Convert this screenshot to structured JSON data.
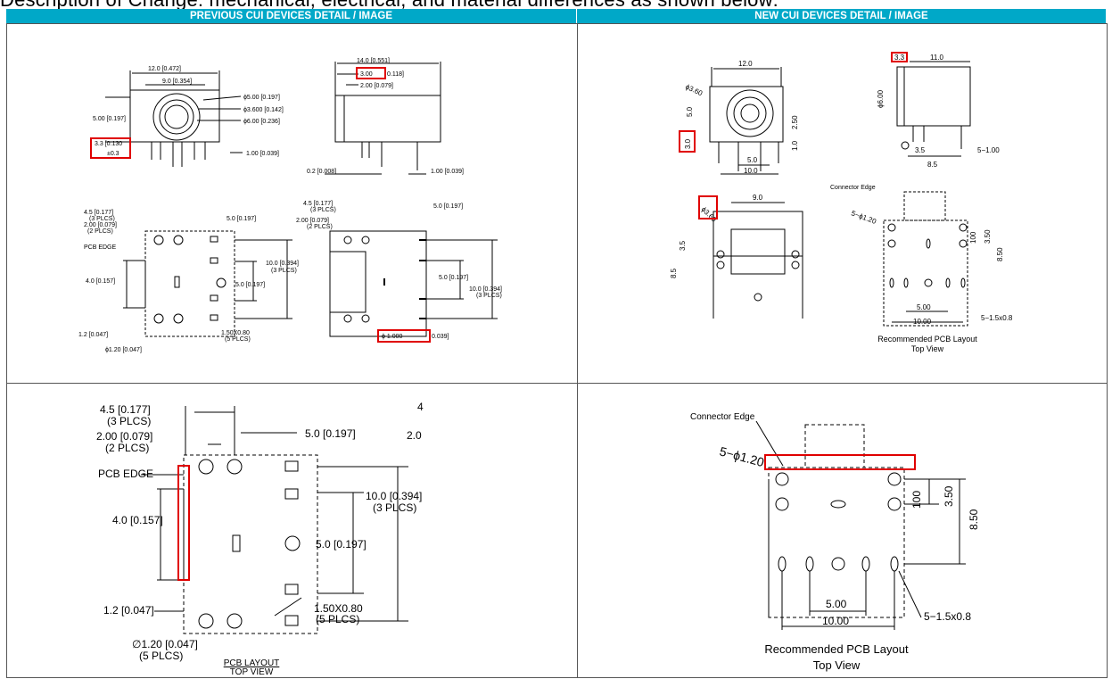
{
  "intro_text": "Description of Change: mechanical, electrical, and material differences as shown below:",
  "header_previous": "PREVIOUS CUI DEVICES DETAIL / IMAGE",
  "header_new": "NEW CUI DEVICES DETAIL / IMAGE",
  "previous_top": {
    "dim_12": "12.0 [0.472]",
    "dim_9": "9.0 [0.354]",
    "dim_5": "5.00 [0.197]",
    "dim_33": "3.3 [0.130",
    "dim_33b": "±0.3",
    "dia_5": "ϕ5.00 [0.197]",
    "dia_36": "ϕ3.600 [0.142]",
    "dia_6": "ϕ6.00 [0.236]",
    "dim_1": "1.00 [0.039]",
    "dim_14": "14.0 [0.551]",
    "dim_3": "3.00",
    "dim_3b": "0.118]",
    "dim_2": "2.00 [0.079]",
    "dim_02": "0.2 [0.008]",
    "dim_1b": "1.00 [0.039]",
    "pcb_45": "4.5 [0.177]",
    "pcb_3plcs": "(3 PLCS)",
    "pcb_2": "2.00 [0.079]",
    "pcb_2plcs": "(2 PLCS)",
    "pcb_edge": "PCB EDGE",
    "pcb_50": "5.0 [0.197]",
    "pcb_10": "10.0 [0.394]",
    "pcb_40": "4.0 [0.157]",
    "pcb_12": "1.2 [0.047]",
    "pcb_120": "ϕ1.20 [0.047]",
    "pcb_150": "1.50X0.80",
    "pcb_5plcs": "(5 PLCS)",
    "dia_1": "ϕ 1.000",
    "dia_1b": "0.039]"
  },
  "new_top": {
    "d12": "12.0",
    "d11": "11.0",
    "d33": "3.3",
    "d50": "5.0",
    "d30": "3.0",
    "d250": "2.50",
    "d10": "1.0",
    "d10b": "10.0",
    "d6": "ϕ6.00",
    "d35": "3.5",
    "d85": "8.5",
    "d5100": "5−1.00",
    "d90": "9.0",
    "d35b": "3.5",
    "d85b": "8.5",
    "dia360": "ϕ3.60",
    "connector_edge": "Connector Edge",
    "d5120": "5−ϕ1.20",
    "d100": "100",
    "d350": "3.50",
    "d850": "8.50",
    "d500": "5.00",
    "d1000": "10.00",
    "d515": "5−1.5x0.8",
    "rec1": "Recommended PCB Layout",
    "rec2": "Top View"
  },
  "previous_zoom": {
    "d45": "4.5 [0.177]",
    "d3plcs": "(3 PLCS)",
    "d2": "2.00 [0.079]",
    "d2plcs": "(2 PLCS)",
    "d50": "5.0 [0.197]",
    "pcb_edge": "PCB EDGE",
    "d10": "10.0 [0.394]",
    "d10plcs": "(3 PLCS)",
    "d40": "4.0 [0.157]",
    "d50b": "5.0 [0.197]",
    "d12": "1.2 [0.047]",
    "d120": "∅1.20 [0.047]",
    "d5plcs": "(5 PLCS)",
    "d150": "1.50X0.80",
    "d150plcs": "(5 PLCS)",
    "title1": "PCB LAYOUT",
    "title2": "TOP VIEW",
    "edge4": "4",
    "edge200": "2.0"
  },
  "new_zoom": {
    "connector_edge": "Connector Edge",
    "d5120": "5−ϕ1.20",
    "d100": "100",
    "d350": "3.50",
    "d850": "8.50",
    "d500": "5.00",
    "d1000": "10.00",
    "d515": "5−1.5x0.8",
    "rec1": "Recommended PCB Layout",
    "rec2": "Top View"
  }
}
